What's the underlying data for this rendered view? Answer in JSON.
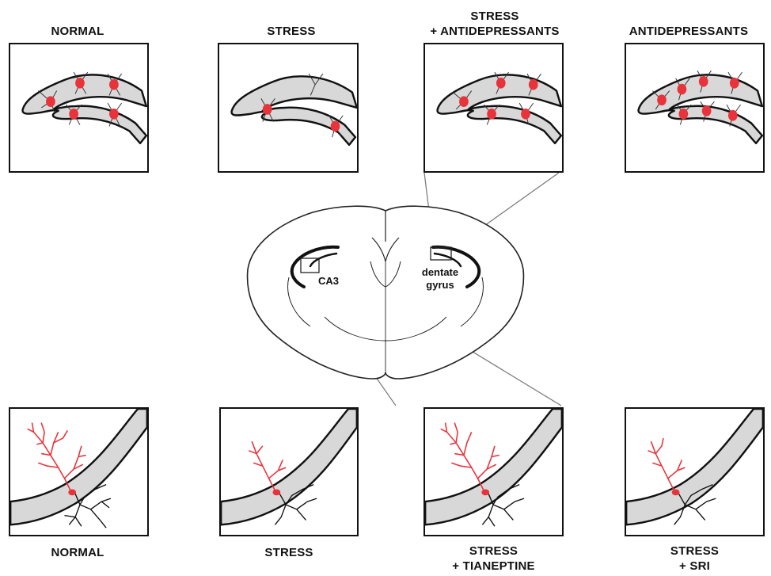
{
  "top_row": {
    "normal": "NORMAL",
    "stress": "STRESS",
    "stress_ad_line1": "STRESS",
    "stress_ad_line2": "+ ANTIDEPRESSANTS",
    "antidepressants": "ANTIDEPRESSANTS"
  },
  "brain": {
    "ca3": "CA3",
    "dentate_line1": "dentate",
    "dentate_line2": "gyrus"
  },
  "bottom_row": {
    "normal": "NORMAL",
    "stress": "STRESS",
    "stress_tianeptine_line1": "STRESS",
    "stress_tianeptine_line2": "+ TIANEPTINE",
    "stress_sri_line1": "STRESS",
    "stress_sri_line2": "+ SRI"
  },
  "colors": {
    "neuron_red": "#e8333a",
    "layer_gray": "#d8d8d8",
    "outline": "#111111",
    "connector": "#777777"
  }
}
